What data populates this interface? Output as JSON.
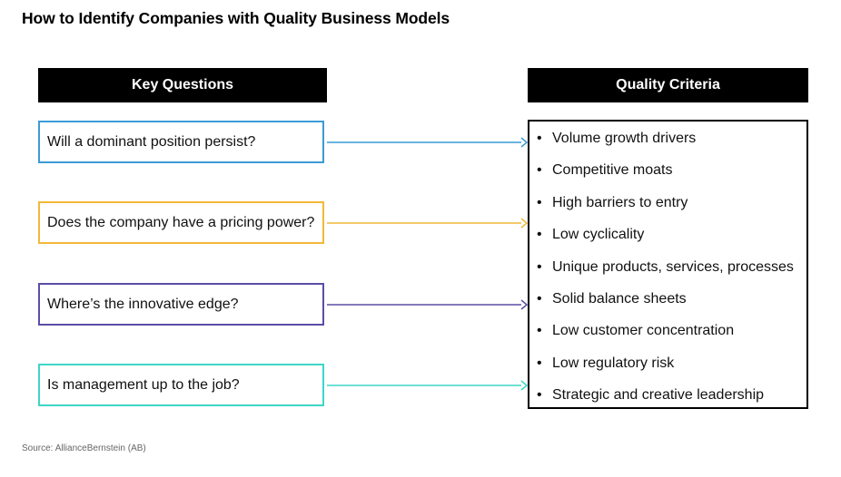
{
  "title": "How to Identify Companies with Quality Business Models",
  "headers": {
    "left": "Key Questions",
    "right": "Quality Criteria"
  },
  "questions": [
    {
      "text": "Will a dominant position persist?",
      "color": "#3a9bd6"
    },
    {
      "text": "Does the company have a pricing power?",
      "color": "#f2b83a"
    },
    {
      "text": "Where’s the innovative edge?",
      "color": "#5b4ea6"
    },
    {
      "text": "Is management up to the job?",
      "color": "#3dd6c8"
    }
  ],
  "criteria": [
    "Volume growth drivers",
    "Competitive moats",
    "High barriers to entry",
    "Low cyclicality",
    "Unique products, services, processes",
    "Solid balance sheets",
    "Low customer concentration",
    "Low regulatory risk",
    "Strategic and creative leadership"
  ],
  "bullet": "•",
  "source": "Source: AllianceBernstein (AB)"
}
